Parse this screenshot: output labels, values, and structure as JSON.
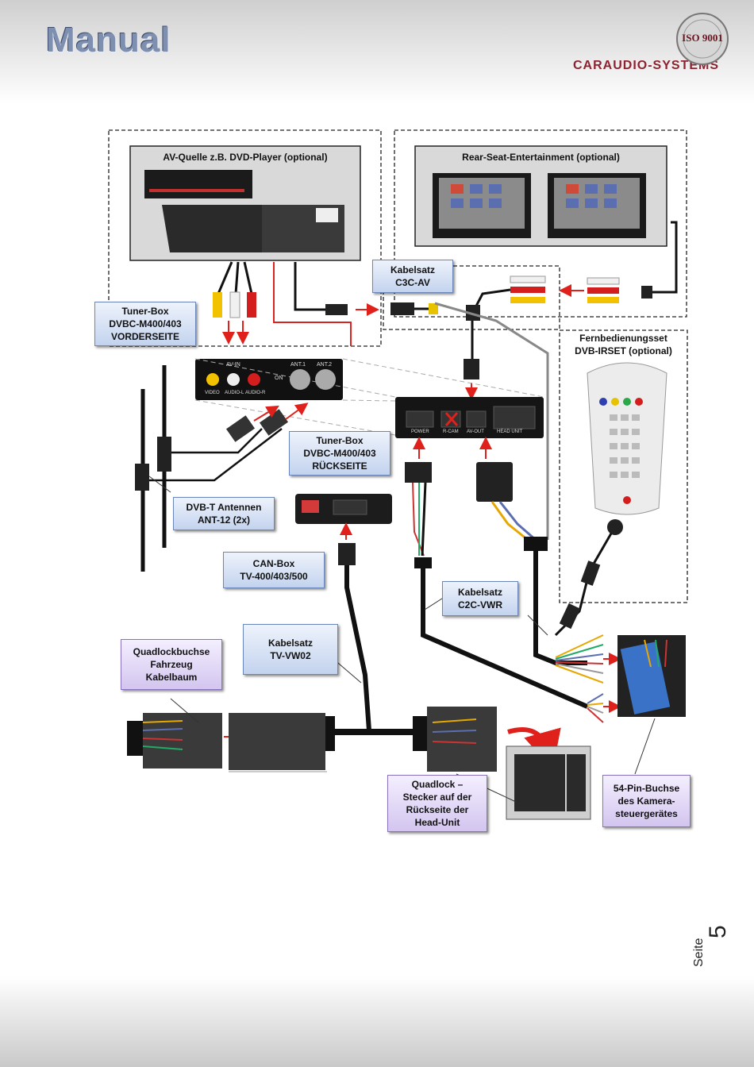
{
  "header": {
    "title": "Manual",
    "brand": "CARAUDIO-SYSTEMS",
    "iso_badge": "ISO 9001"
  },
  "labels": {
    "av_source": "AV-Quelle z.B. DVD-Player (optional)",
    "rear_seat": "Rear-Seat-Entertainment (optional)",
    "tuner_front": [
      "Tuner-Box",
      "DVBC-M400/403",
      "VORDERSEITE"
    ],
    "tuner_rear": [
      "Tuner-Box",
      "DVBC-M400/403",
      "RÜCKSEITE"
    ],
    "kabelsatz_c3c": [
      "Kabelsatz",
      "C3C-AV"
    ],
    "fernbedienung": [
      "Fernbedienungsset",
      "DVB-IRSET (optional)"
    ],
    "antennen": [
      "DVB-T Antennen",
      "ANT-12 (2x)"
    ],
    "can_box": [
      "CAN-Box",
      "TV-400/403/500"
    ],
    "kabelsatz_c2c": [
      "Kabelsatz",
      "C2C-VWR"
    ],
    "kabelsatz_tv": [
      "Kabelsatz",
      "TV-VW02"
    ],
    "quadlockbuchse": [
      "Quadlockbuchse",
      "Fahrzeug",
      "Kabelbaum"
    ],
    "quadlock_stecker": [
      "Quadlock –",
      "Stecker auf der",
      "Rückseite der",
      "Head-Unit"
    ],
    "pin_buchse": [
      "54-Pin-Buchse",
      "des Kamera-",
      "steuergerätes"
    ]
  },
  "device_text": {
    "av_in": "AV-IN",
    "ant1": "ANT.1",
    "ant2": "ANT.2",
    "on": "ON",
    "video": "VIDEO",
    "audio_l": "AUDIO-L",
    "audio_r": "AUDIO-R",
    "power": "POWER",
    "rcam": "R-CAM",
    "av_out": "AV-OUT",
    "head_unit": "HEAD UNIT"
  },
  "page": {
    "seite": "Seite",
    "number": "5"
  },
  "colors": {
    "label_blue": "#c3d3ee",
    "label_purple": "#d3c5ef",
    "arrow_red": "#e0201b",
    "cable_black": "#111111",
    "brand_red": "#8f2230"
  }
}
